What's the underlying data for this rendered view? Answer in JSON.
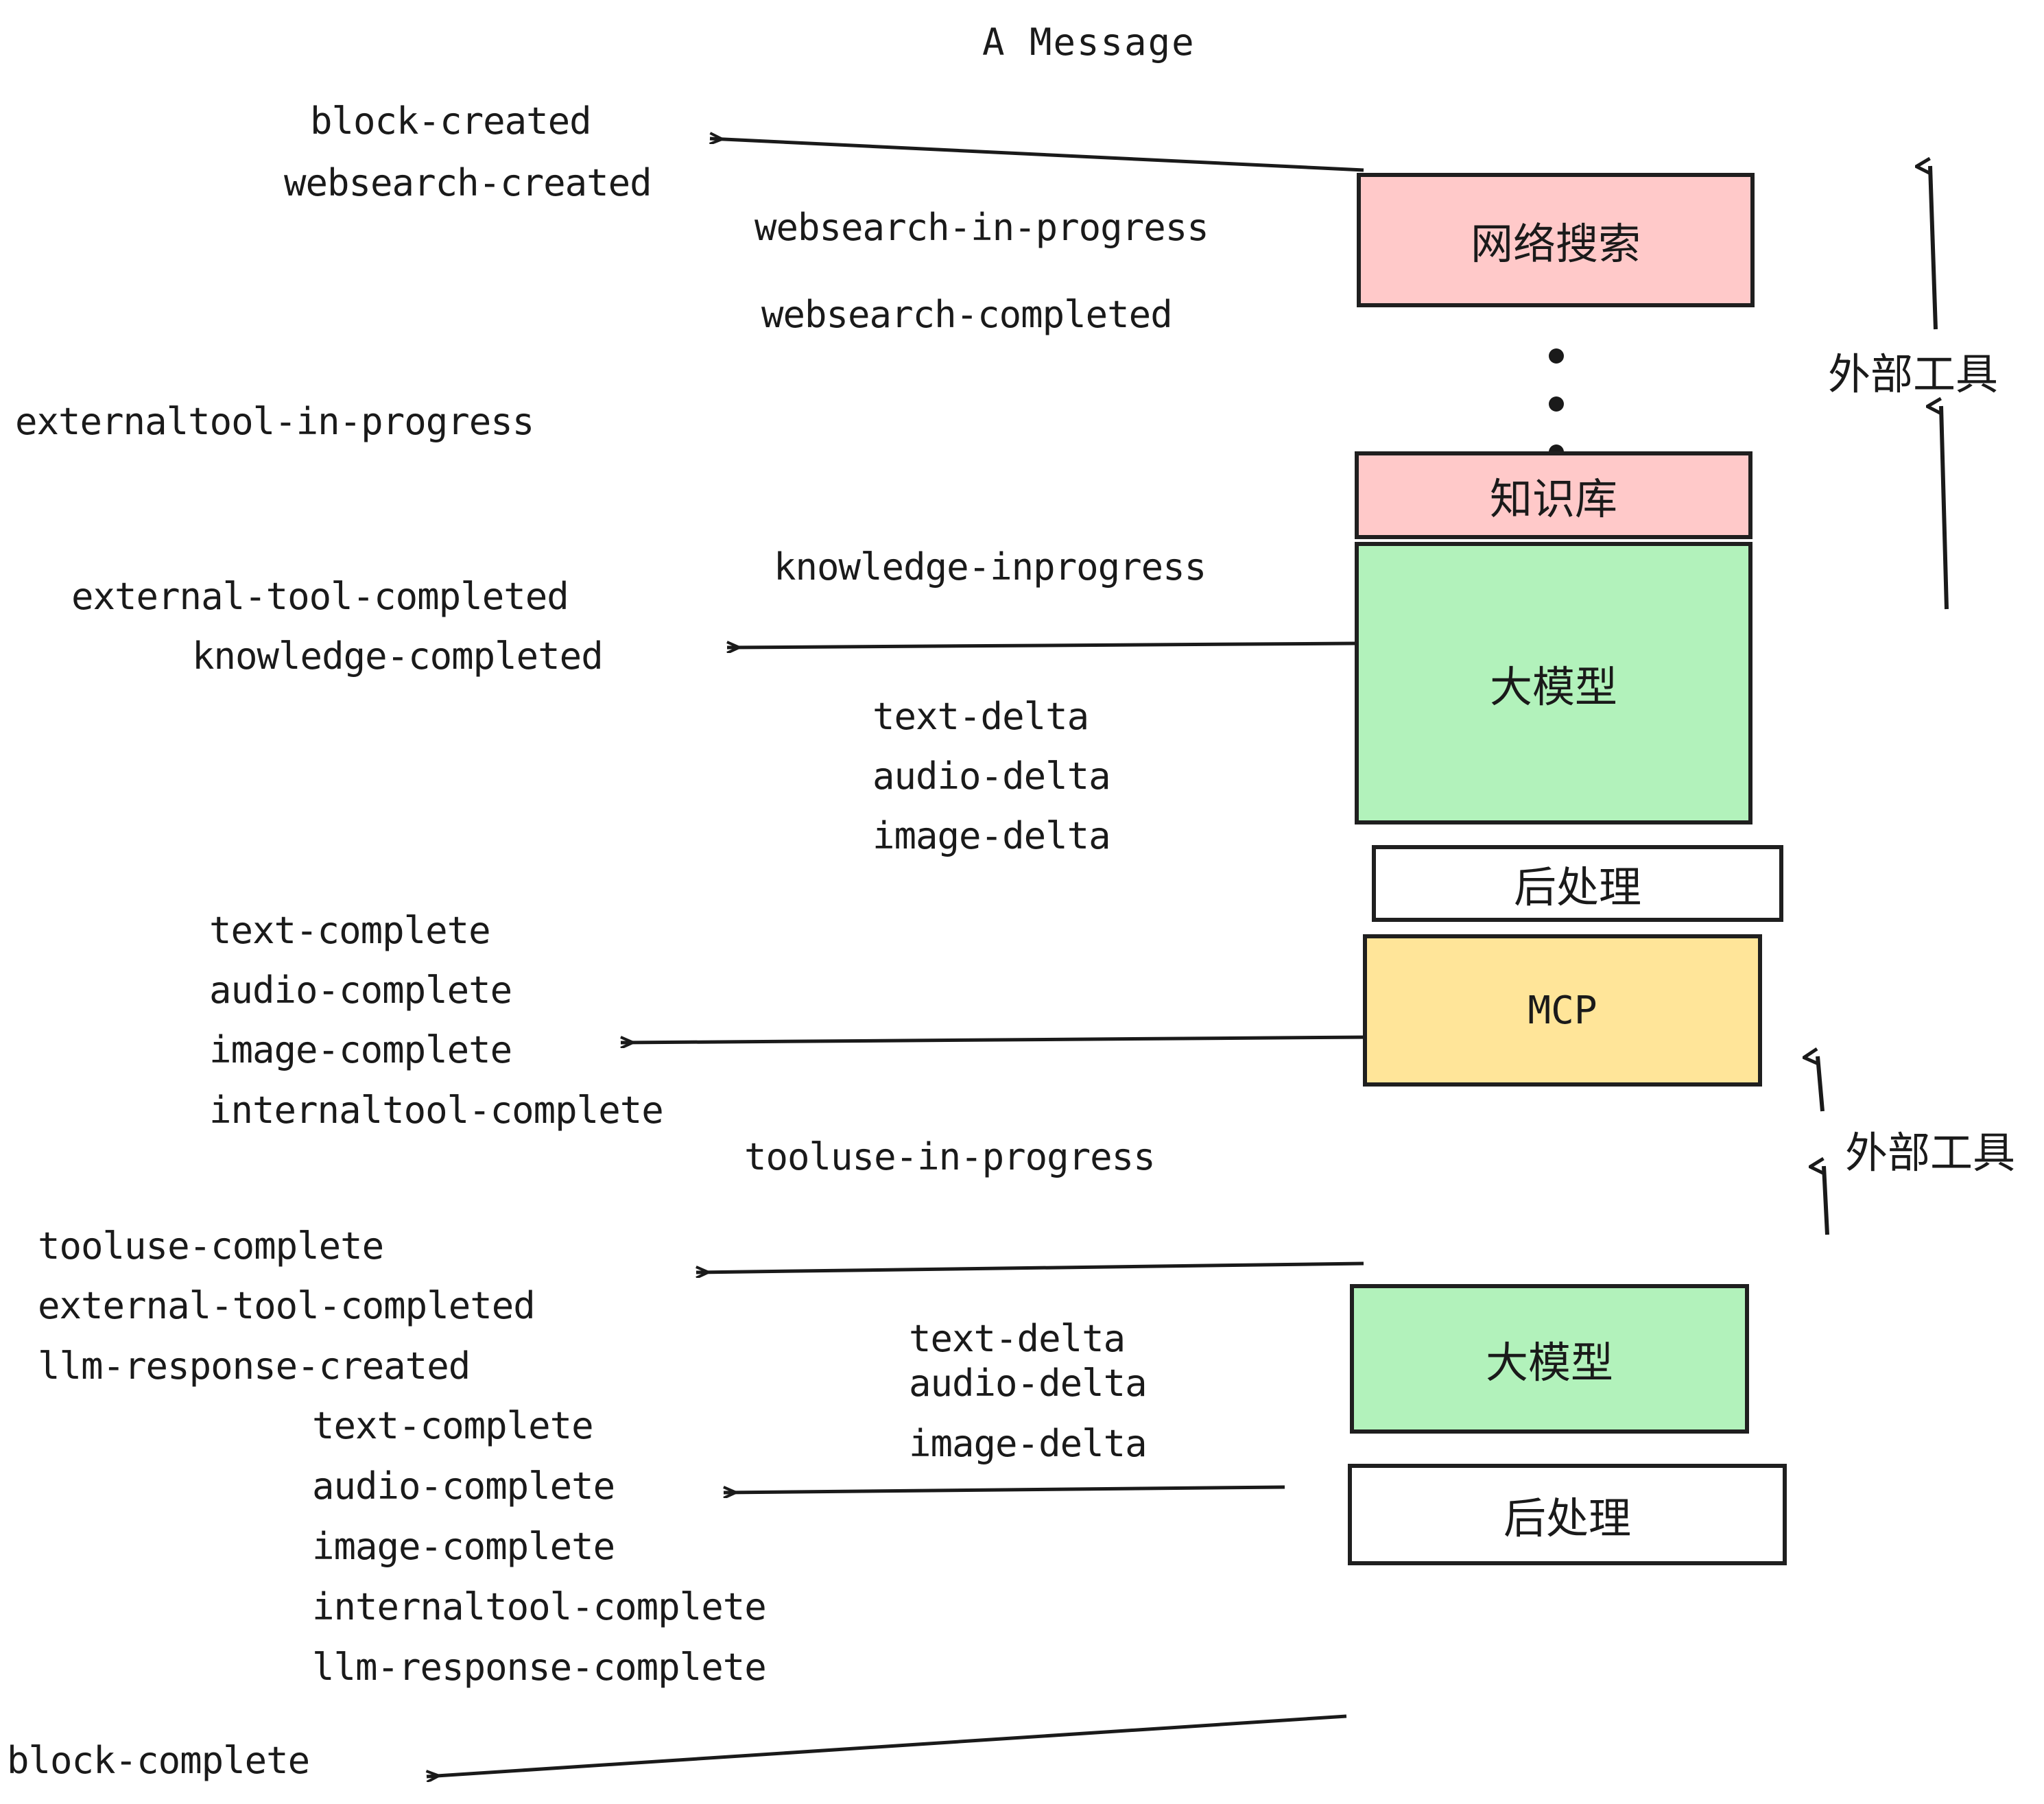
{
  "title": "A Message",
  "colors": {
    "pink": "#FFC9C9",
    "green": "#B2F2BB",
    "yellow": "#FFE599",
    "white": "#FFFFFF",
    "stroke": "#1F1F1F",
    "background": "#FFFFFF"
  },
  "boxes": [
    {
      "id": "websearch",
      "label": "网络搜索",
      "fill": "#FFC9C9"
    },
    {
      "id": "knowledge",
      "label": "知识库",
      "fill": "#FFC9C9"
    },
    {
      "id": "llm-1",
      "label": "大模型",
      "fill": "#B2F2BB"
    },
    {
      "id": "post-1",
      "label": "后处理",
      "fill": "#FFFFFF"
    },
    {
      "id": "mcp",
      "label": "MCP",
      "fill": "#FFE599"
    },
    {
      "id": "llm-2",
      "label": "大模型",
      "fill": "#B2F2BB"
    },
    {
      "id": "post-2",
      "label": "后处理",
      "fill": "#FFFFFF"
    }
  ],
  "side_labels": [
    {
      "id": "external-tool-top",
      "label": "外部工具"
    },
    {
      "id": "external-tool-bottom",
      "label": "外部工具"
    }
  ],
  "events": [
    {
      "id": "e01",
      "text": "block-created"
    },
    {
      "id": "e02",
      "text": "websearch-created"
    },
    {
      "id": "e03",
      "text": "websearch-in-progress"
    },
    {
      "id": "e04",
      "text": "websearch-completed"
    },
    {
      "id": "e05",
      "text": "externaltool-in-progress"
    },
    {
      "id": "e06",
      "text": "knowledge-inprogress"
    },
    {
      "id": "e07",
      "text": "external-tool-completed"
    },
    {
      "id": "e08",
      "text": "knowledge-completed"
    },
    {
      "id": "e09",
      "text": "text-delta"
    },
    {
      "id": "e10",
      "text": "audio-delta"
    },
    {
      "id": "e11",
      "text": "image-delta"
    },
    {
      "id": "e12",
      "text": "text-complete"
    },
    {
      "id": "e13",
      "text": "audio-complete"
    },
    {
      "id": "e14",
      "text": "image-complete"
    },
    {
      "id": "e15",
      "text": "internaltool-complete"
    },
    {
      "id": "e16",
      "text": "tooluse-in-progress"
    },
    {
      "id": "e17",
      "text": "tooluse-complete"
    },
    {
      "id": "e18",
      "text": "external-tool-completed"
    },
    {
      "id": "e19",
      "text": "llm-response-created"
    },
    {
      "id": "e20",
      "text": "text-delta"
    },
    {
      "id": "e21",
      "text": "audio-delta"
    },
    {
      "id": "e22",
      "text": "image-delta"
    },
    {
      "id": "e23",
      "text": "text-complete"
    },
    {
      "id": "e24",
      "text": "audio-complete"
    },
    {
      "id": "e25",
      "text": "image-complete"
    },
    {
      "id": "e26",
      "text": "internaltool-complete"
    },
    {
      "id": "e27",
      "text": "llm-response-complete"
    },
    {
      "id": "e28",
      "text": "block-complete"
    }
  ],
  "ellipsis": {
    "dots": 3
  }
}
